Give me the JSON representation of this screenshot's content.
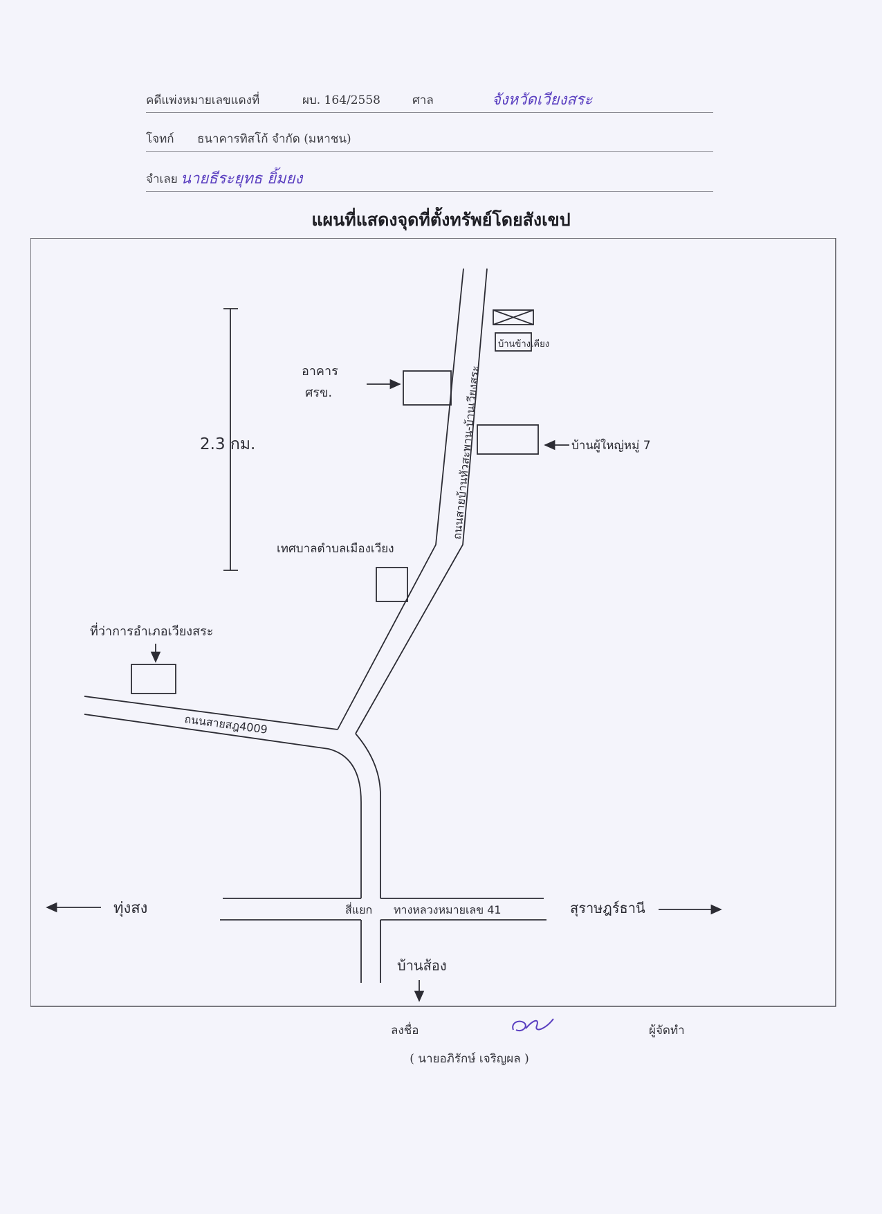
{
  "header": {
    "case_label": "คดีแพ่งหมายเลขแดงที่",
    "case_number": "ผบ. 164/2558",
    "court_label": "ศาล",
    "court_value": "จังหวัดเวียงสระ",
    "plaintiff_label": "โจทก์",
    "plaintiff_value": "ธนาคารทิสโก้ จำกัด (มหาชน)",
    "defendant_label": "จำเลย",
    "defendant_value": "นายธีระยุทธ  ยิ้มยง"
  },
  "title": "แผนที่แสดงจุดที่ตั้งทรัพย์โดยสังเขป",
  "map": {
    "scale_label": "2.3 กม.",
    "landmarks": {
      "property": "บ้านข้างเคียง",
      "building": "อาคาร",
      "building_sub": "ศรข.",
      "village_head": "บ้านผู้ใหญ่หมู่ 7",
      "municipality": "เทศบาลตำบลเมืองเวียง",
      "district_office": "ที่ว่าการอำเภอเวียงสระ"
    },
    "roads": {
      "main_road": "ถนนสายบ้านหัวสะพาน-บ้านเวียงสระ",
      "road_4009": "ถนนสายสฎ4009",
      "intersection": "สี่แยก",
      "highway_41": "ทางหลวงหมายเลข 41"
    },
    "directions": {
      "west": "ทุ่งสง",
      "east": "สุราษฎร์ธานี",
      "south": "บ้านส้อง"
    }
  },
  "signature": {
    "sign_label": "ลงชื่อ",
    "role": "ผู้จัดทำ",
    "name": "( นายอภิรักษ์ เจริญผล )"
  },
  "colors": {
    "ink": "#5a3fc0",
    "pencil": "#2c2c34",
    "paper": "#f4f4fb"
  }
}
